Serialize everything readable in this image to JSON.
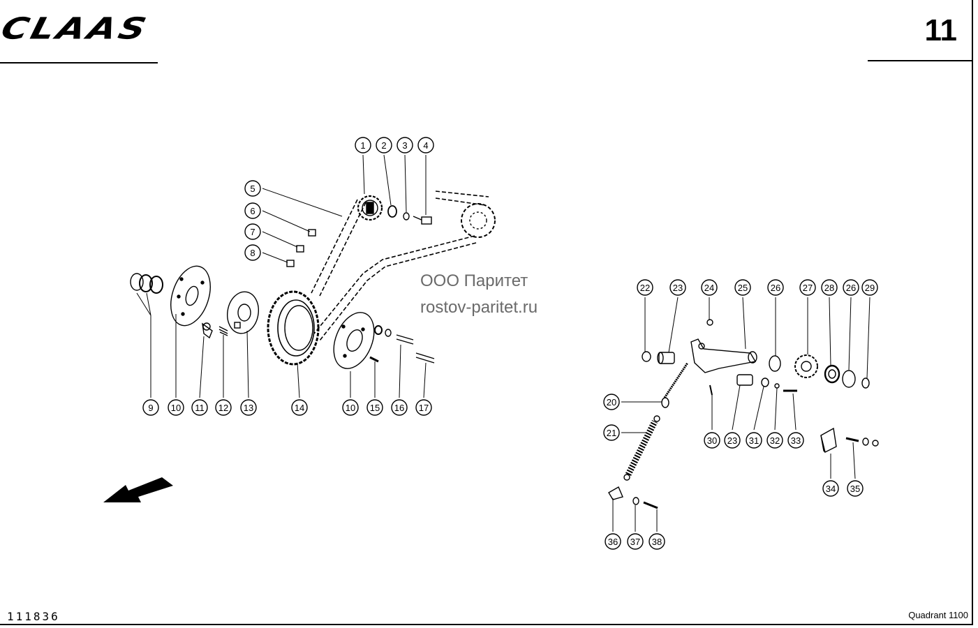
{
  "header": {
    "brand": "CLAAS",
    "page_number": "11"
  },
  "watermark": {
    "line1": "ООО Паритет",
    "line2": "rostov-paritet.ru"
  },
  "footer": {
    "drawing_number": "111836",
    "model": "Quadrant 1100"
  },
  "callouts": [
    "1",
    "2",
    "3",
    "4",
    "5",
    "6",
    "7",
    "8",
    "9",
    "10",
    "11",
    "12",
    "13",
    "14",
    "10",
    "15",
    "16",
    "17",
    "22",
    "23",
    "24",
    "25",
    "26",
    "27",
    "28",
    "26",
    "29",
    "20",
    "21",
    "30",
    "23",
    "31",
    "32",
    "33",
    "34",
    "35",
    "36",
    "37",
    "38"
  ]
}
